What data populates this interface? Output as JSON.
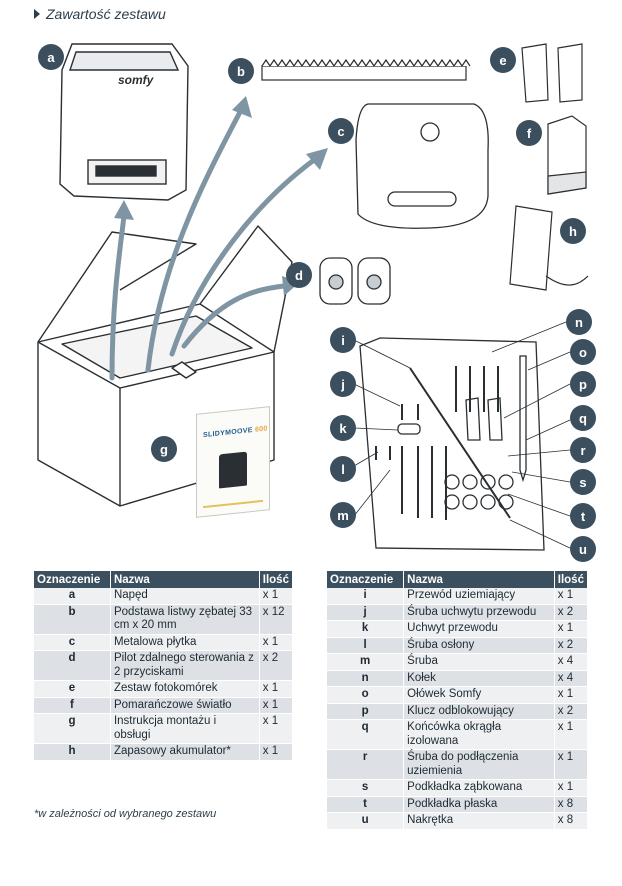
{
  "page": {
    "title": "Zawartość zestawu",
    "footnote": "*w zależności od wybranego zestawu"
  },
  "illustration": {
    "brand": "somfy",
    "booklet_title": "SLIDYMOOVE",
    "booklet_model": "600",
    "labels": [
      "a",
      "b",
      "c",
      "d",
      "e",
      "f",
      "g",
      "h",
      "i",
      "j",
      "k",
      "l",
      "m",
      "n",
      "o",
      "p",
      "q",
      "r",
      "s",
      "t",
      "u"
    ]
  },
  "table_headers": {
    "code": "Oznaczenie",
    "name": "Nazwa",
    "qty": "Ilość"
  },
  "items_left": [
    {
      "code": "a",
      "name": "Napęd",
      "qty": "x 1"
    },
    {
      "code": "b",
      "name": "Podstawa listwy zębatej 33 cm x 20 mm",
      "qty": "x 12"
    },
    {
      "code": "c",
      "name": "Metalowa płytka",
      "qty": "x 1"
    },
    {
      "code": "d",
      "name": "Pilot zdalnego sterowania z 2 przyciskami",
      "qty": "x 2"
    },
    {
      "code": "e",
      "name": "Zestaw fotokomórek",
      "qty": "x 1"
    },
    {
      "code": "f",
      "name": "Pomarańczowe światło",
      "qty": "x 1"
    },
    {
      "code": "g",
      "name": "Instrukcja montażu i obsługi",
      "qty": "x 1"
    },
    {
      "code": "h",
      "name": "Zapasowy akumulator*",
      "qty": "x 1"
    }
  ],
  "items_right": [
    {
      "code": "i",
      "name": "Przewód uziemiający",
      "qty": "x 1"
    },
    {
      "code": "j",
      "name": "Śruba uchwytu przewodu",
      "qty": "x 2"
    },
    {
      "code": "k",
      "name": "Uchwyt przewodu",
      "qty": "x 1"
    },
    {
      "code": "l",
      "name": "Śruba osłony",
      "qty": "x 2"
    },
    {
      "code": "m",
      "name": "Śruba",
      "qty": "x 4"
    },
    {
      "code": "n",
      "name": "Kołek",
      "qty": "x 4"
    },
    {
      "code": "o",
      "name": "Ołówek Somfy",
      "qty": "x 1"
    },
    {
      "code": "p",
      "name": "Klucz odblokowujący",
      "qty": "x 2"
    },
    {
      "code": "q",
      "name": "Końcówka okrągła izolowana",
      "qty": "x 1"
    },
    {
      "code": "r",
      "name": "Śruba do podłączenia uziemienia",
      "qty": "x 1"
    },
    {
      "code": "s",
      "name": "Podkładka ząbkowana",
      "qty": "x 1"
    },
    {
      "code": "t",
      "name": "Podkładka płaska",
      "qty": "x 8"
    },
    {
      "code": "u",
      "name": "Nakrętka",
      "qty": "x 8"
    }
  ]
}
